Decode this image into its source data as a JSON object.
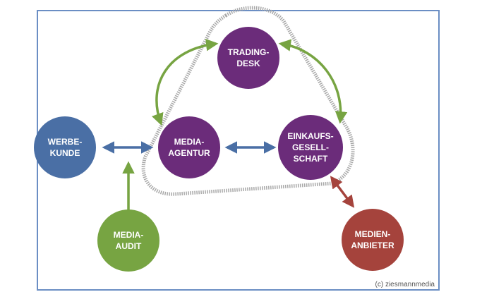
{
  "nodes": {
    "trading_desk": {
      "line1": "TRADING-",
      "line2": "DESK",
      "color": "#6b2c7a"
    },
    "werbekunde": {
      "line1": "WERBE-",
      "line2": "KUNDE",
      "color": "#4a6fa5"
    },
    "media_agentur": {
      "line1": "MEDIA-",
      "line2": "AGENTUR",
      "color": "#6b2c7a"
    },
    "einkaufsgesellschaft": {
      "line1": "EINKAUFS-",
      "line2": "GESELL-",
      "line3": "SCHAFT",
      "color": "#6b2c7a"
    },
    "media_audit": {
      "line1": "MEDIA-",
      "line2": "AUDIT",
      "color": "#77a442"
    },
    "medienanbieter": {
      "line1": "MEDIEN-",
      "line2": "ANBIETER",
      "color": "#a5433c"
    }
  },
  "colors": {
    "frame": "#6b8ec4",
    "arrow_blue": "#4a6fa5",
    "arrow_green": "#77a442",
    "arrow_red": "#a5433c",
    "hatch": "#a8a8a8"
  },
  "credit": "(c) ziesmannmedia"
}
